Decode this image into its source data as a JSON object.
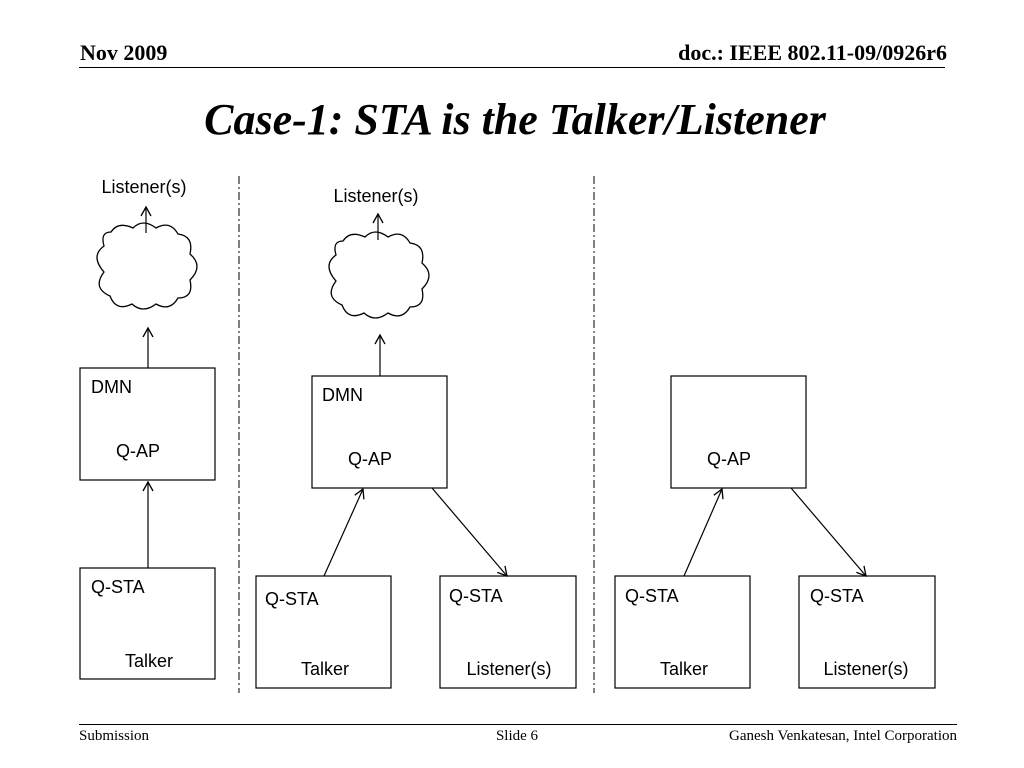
{
  "header": {
    "date": "Nov 2009",
    "doc_id": "doc.: IEEE 802.11-09/0926r6"
  },
  "title": "Case-1: STA is the Talker/Listener",
  "diagram": {
    "panel1": {
      "listener": "Listener(s)",
      "ap_dmn": "DMN",
      "ap_label": "Q-AP",
      "sta_label": "Q-STA",
      "sta_role": "Talker"
    },
    "panel2": {
      "listener": "Listener(s)",
      "ap_dmn": "DMN",
      "ap_label": "Q-AP",
      "sta_talker_label": "Q-STA",
      "sta_talker_role": "Talker",
      "sta_listener_label": "Q-STA",
      "sta_listener_role": "Listener(s)"
    },
    "panel3": {
      "ap_label": "Q-AP",
      "sta_talker_label": "Q-STA",
      "sta_talker_role": "Talker",
      "sta_listener_label": "Q-STA",
      "sta_listener_role": "Listener(s)"
    }
  },
  "footer": {
    "left": "Submission",
    "center": "Slide 6",
    "right": "Ganesh Venkatesan, Intel Corporation"
  }
}
